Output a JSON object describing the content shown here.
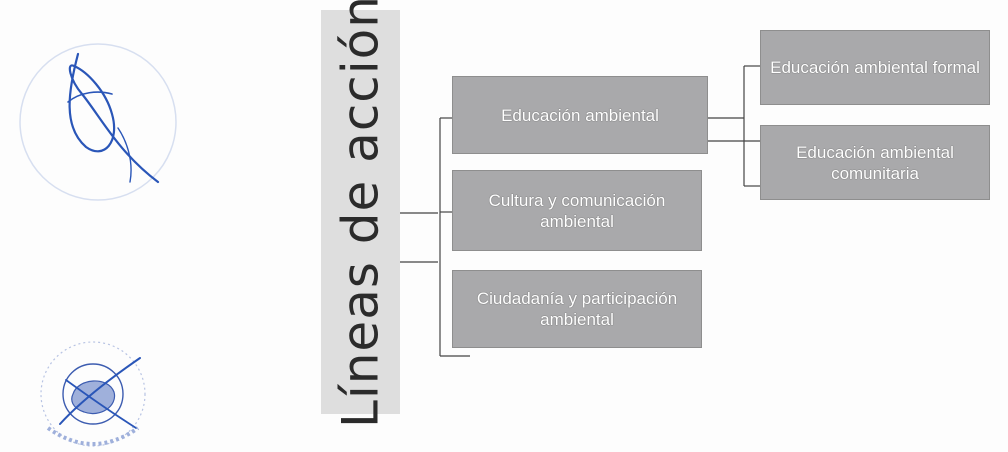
{
  "diagram": {
    "title": "Líneas de acción",
    "lines": [
      {
        "label": "Educación ambiental"
      },
      {
        "label": "Cultura y comunicación ambiental"
      },
      {
        "label": "Ciudadanía y participación ambiental"
      }
    ],
    "sub_lines": [
      {
        "label": "Educación ambiental formal"
      },
      {
        "label": "Educación ambiental comunitaria"
      }
    ]
  },
  "colors": {
    "box_fill": "#a9a9ab",
    "title_band": "#dedede",
    "signature_ink": "#2a56b8",
    "seal_ink": "#3c5cb0"
  }
}
